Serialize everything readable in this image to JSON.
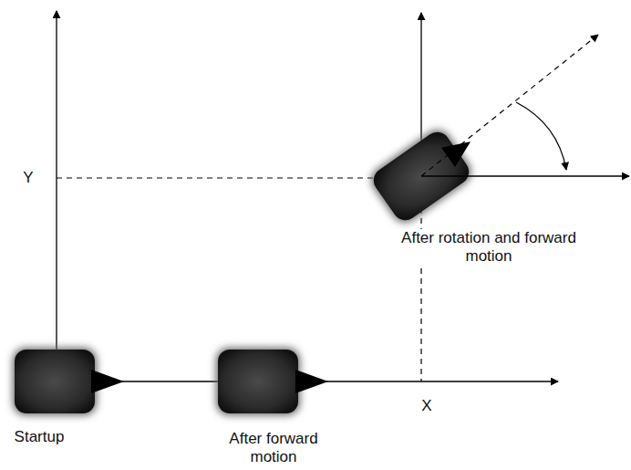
{
  "diagram": {
    "labels": [
      "Y",
      "After rotation and forward motion",
      "X",
      "Startup",
      "After forward motion"
    ]
  }
}
